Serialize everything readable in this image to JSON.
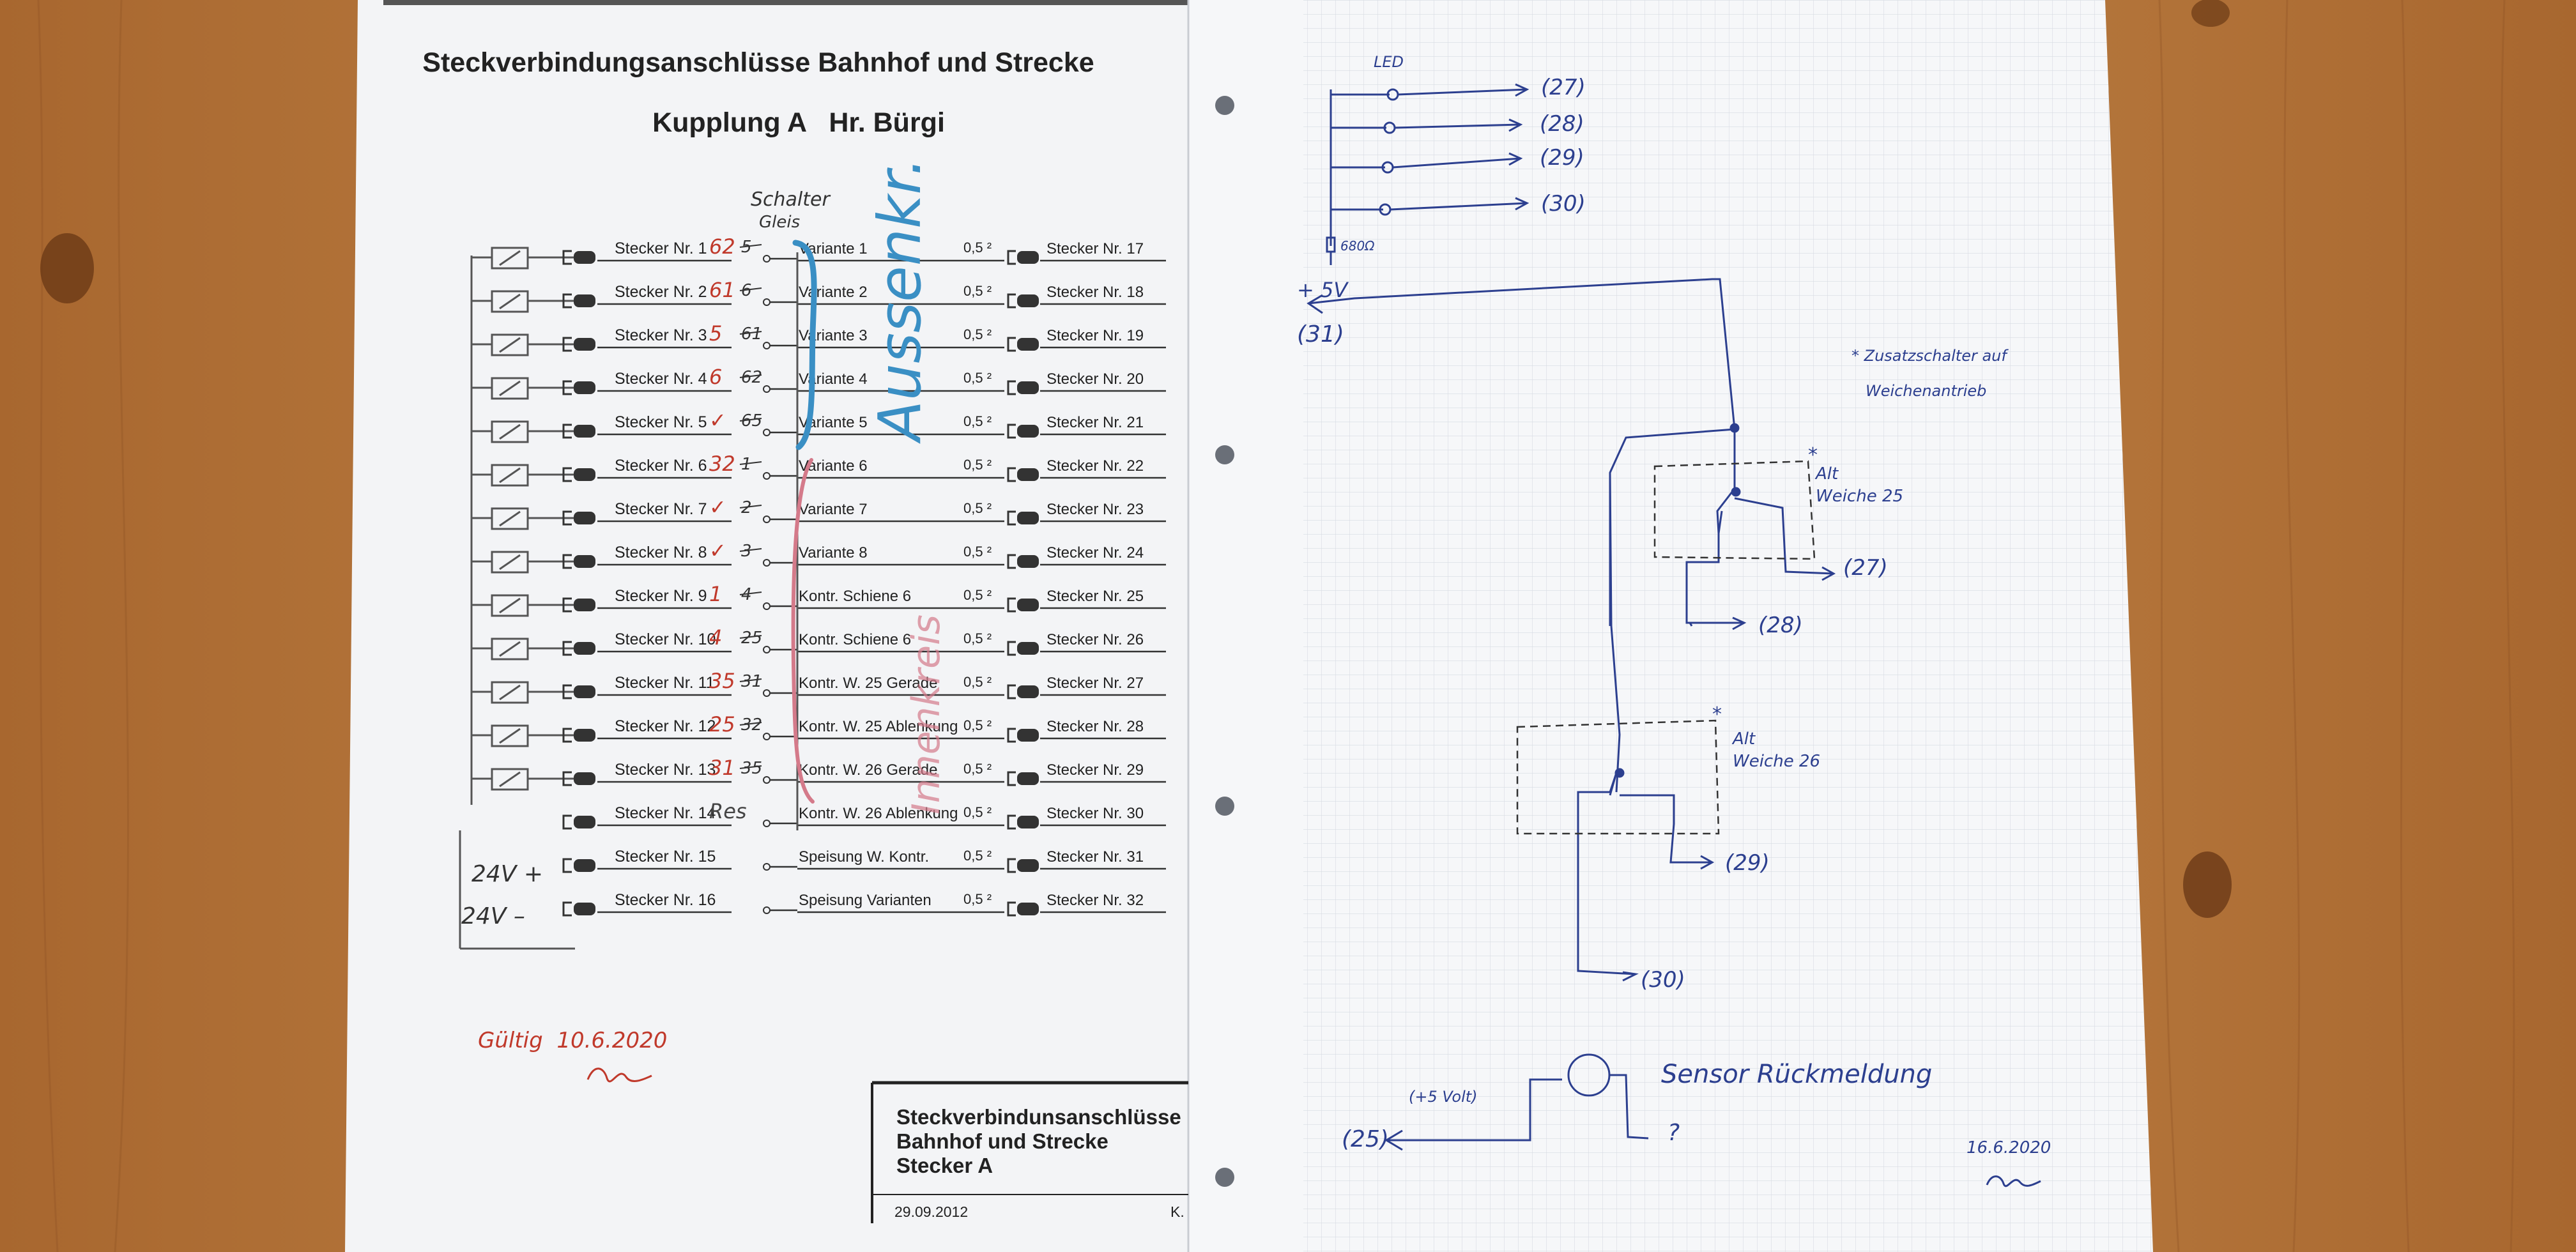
{
  "left_sheet": {
    "title": "Steckverbindungsanschlüsse Bahnhof und Strecke",
    "subtitle": "Kupplung A   Hr. Bürgi",
    "handwritten_header": [
      "Schalter",
      "Gleis"
    ],
    "bracket_label_blue": "Aussenkr.",
    "bracket_label_red": "Innenkreis",
    "rows": [
      {
        "left": "Stecker Nr. 1",
        "mark": "62",
        "old": "5",
        "mid": "Variante 1",
        "size": "0,5 ²",
        "right": "Stecker Nr. 17"
      },
      {
        "left": "Stecker Nr. 2",
        "mark": "61",
        "old": "6",
        "mid": "Variante 2",
        "size": "0,5 ²",
        "right": "Stecker Nr. 18"
      },
      {
        "left": "Stecker Nr. 3",
        "mark": "5",
        "old": "61",
        "mid": "Variante 3",
        "size": "0,5 ²",
        "right": "Stecker Nr. 19"
      },
      {
        "left": "Stecker Nr. 4",
        "mark": "6",
        "old": "62",
        "mid": "Variante 4",
        "size": "0,5 ²",
        "right": "Stecker Nr. 20"
      },
      {
        "left": "Stecker Nr. 5",
        "mark": "✓",
        "old": "65",
        "mid": "Variante 5",
        "size": "0,5 ²",
        "right": "Stecker Nr. 21"
      },
      {
        "left": "Stecker Nr. 6",
        "mark": "32",
        "old": "1",
        "mid": "Variante 6",
        "size": "0,5 ²",
        "right": "Stecker Nr. 22"
      },
      {
        "left": "Stecker Nr. 7",
        "mark": "✓",
        "old": "2",
        "mid": "Variante 7",
        "size": "0,5 ²",
        "right": "Stecker Nr. 23"
      },
      {
        "left": "Stecker Nr. 8",
        "mark": "✓",
        "old": "3",
        "mid": "Variante 8",
        "size": "0,5 ²",
        "right": "Stecker Nr. 24"
      },
      {
        "left": "Stecker Nr. 9",
        "mark": "1",
        "old": "4",
        "mid": "Kontr. Schiene 6",
        "size": "0,5 ²",
        "right": "Stecker Nr. 25"
      },
      {
        "left": "Stecker Nr. 10",
        "mark": "4",
        "old": "25",
        "mid": "Kontr. Schiene 6",
        "size": "0,5 ²",
        "right": "Stecker Nr. 26"
      },
      {
        "left": "Stecker Nr. 11",
        "mark": "35",
        "old": "31",
        "mid": "Kontr. W. 25 Gerade",
        "size": "0,5 ²",
        "right": "Stecker Nr. 27"
      },
      {
        "left": "Stecker Nr. 12",
        "mark": "25",
        "old": "32",
        "mid": "Kontr. W. 25 Ablenkung",
        "size": "0,5 ²",
        "right": "Stecker Nr. 28"
      },
      {
        "left": "Stecker Nr. 13",
        "mark": "31",
        "old": "35",
        "mid": "Kontr. W. 26 Gerade",
        "size": "0,5 ²",
        "right": "Stecker Nr. 29"
      },
      {
        "left": "Stecker Nr. 14",
        "mark": "Res",
        "old": "",
        "mid": "Kontr. W. 26 Ablenkung",
        "size": "0,5 ²",
        "right": "Stecker Nr. 30"
      },
      {
        "left": "Stecker Nr. 15",
        "mark": "",
        "old": "",
        "mid": "Speisung W. Kontr.",
        "size": "0,5 ²",
        "right": "Stecker Nr. 31"
      },
      {
        "left": "Stecker Nr. 16",
        "mark": "",
        "old": "",
        "mid": "Speisung Varianten",
        "size": "0,5 ²",
        "right": "Stecker Nr. 32"
      }
    ],
    "supply_labels": [
      "24V +",
      "24V –"
    ],
    "validity_note": "Gültig  10.6.2020",
    "title_block": {
      "lines": [
        "Steckverbindunsanschlüsse",
        "Bahnhof und Strecke",
        "Stecker A"
      ],
      "date": "29.09.2012",
      "initial": "K."
    }
  },
  "right_sheet": {
    "led_label": "LED",
    "led_outputs": [
      "(27)",
      "(28)",
      "(29)",
      "(30)"
    ],
    "resistor_label": "680Ω",
    "supply_label": "+ 5V",
    "supply_pin": "(31)",
    "note": [
      "* Zusatzschalter auf",
      "Weichenantrieb"
    ],
    "switch_a": {
      "label": [
        "Alt",
        "Weiche 25"
      ],
      "outputs": [
        "(27)",
        "(28)"
      ]
    },
    "switch_b": {
      "label": [
        "Alt",
        "Weiche 26"
      ],
      "outputs": [
        "(29)",
        "(30)"
      ]
    },
    "sensor_title": "Sensor Rückmeldung",
    "sensor_supply": "(+5 Volt)",
    "sensor_pin": "(25)",
    "sensor_unknown": "?",
    "date": "16.6.2020"
  },
  "colors": {
    "wood": "#b97a3f",
    "paper": "#f3f4f6",
    "ink_blue": "#2c3f8f",
    "marker_blue": "#3a8fc4",
    "ink_red": "#c0392b",
    "grid": "#d7dbe2"
  }
}
